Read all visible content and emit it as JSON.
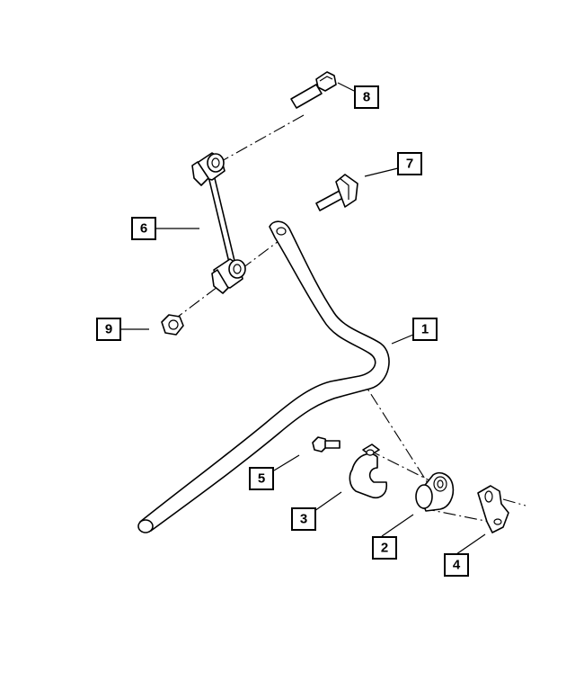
{
  "callouts": [
    {
      "id": "callout-1",
      "label": "1"
    },
    {
      "id": "callout-2",
      "label": "2"
    },
    {
      "id": "callout-3",
      "label": "3"
    },
    {
      "id": "callout-4",
      "label": "4"
    },
    {
      "id": "callout-5",
      "label": "5"
    },
    {
      "id": "callout-6",
      "label": "6"
    },
    {
      "id": "callout-7",
      "label": "7"
    },
    {
      "id": "callout-8",
      "label": "8"
    },
    {
      "id": "callout-9",
      "label": "9"
    }
  ]
}
